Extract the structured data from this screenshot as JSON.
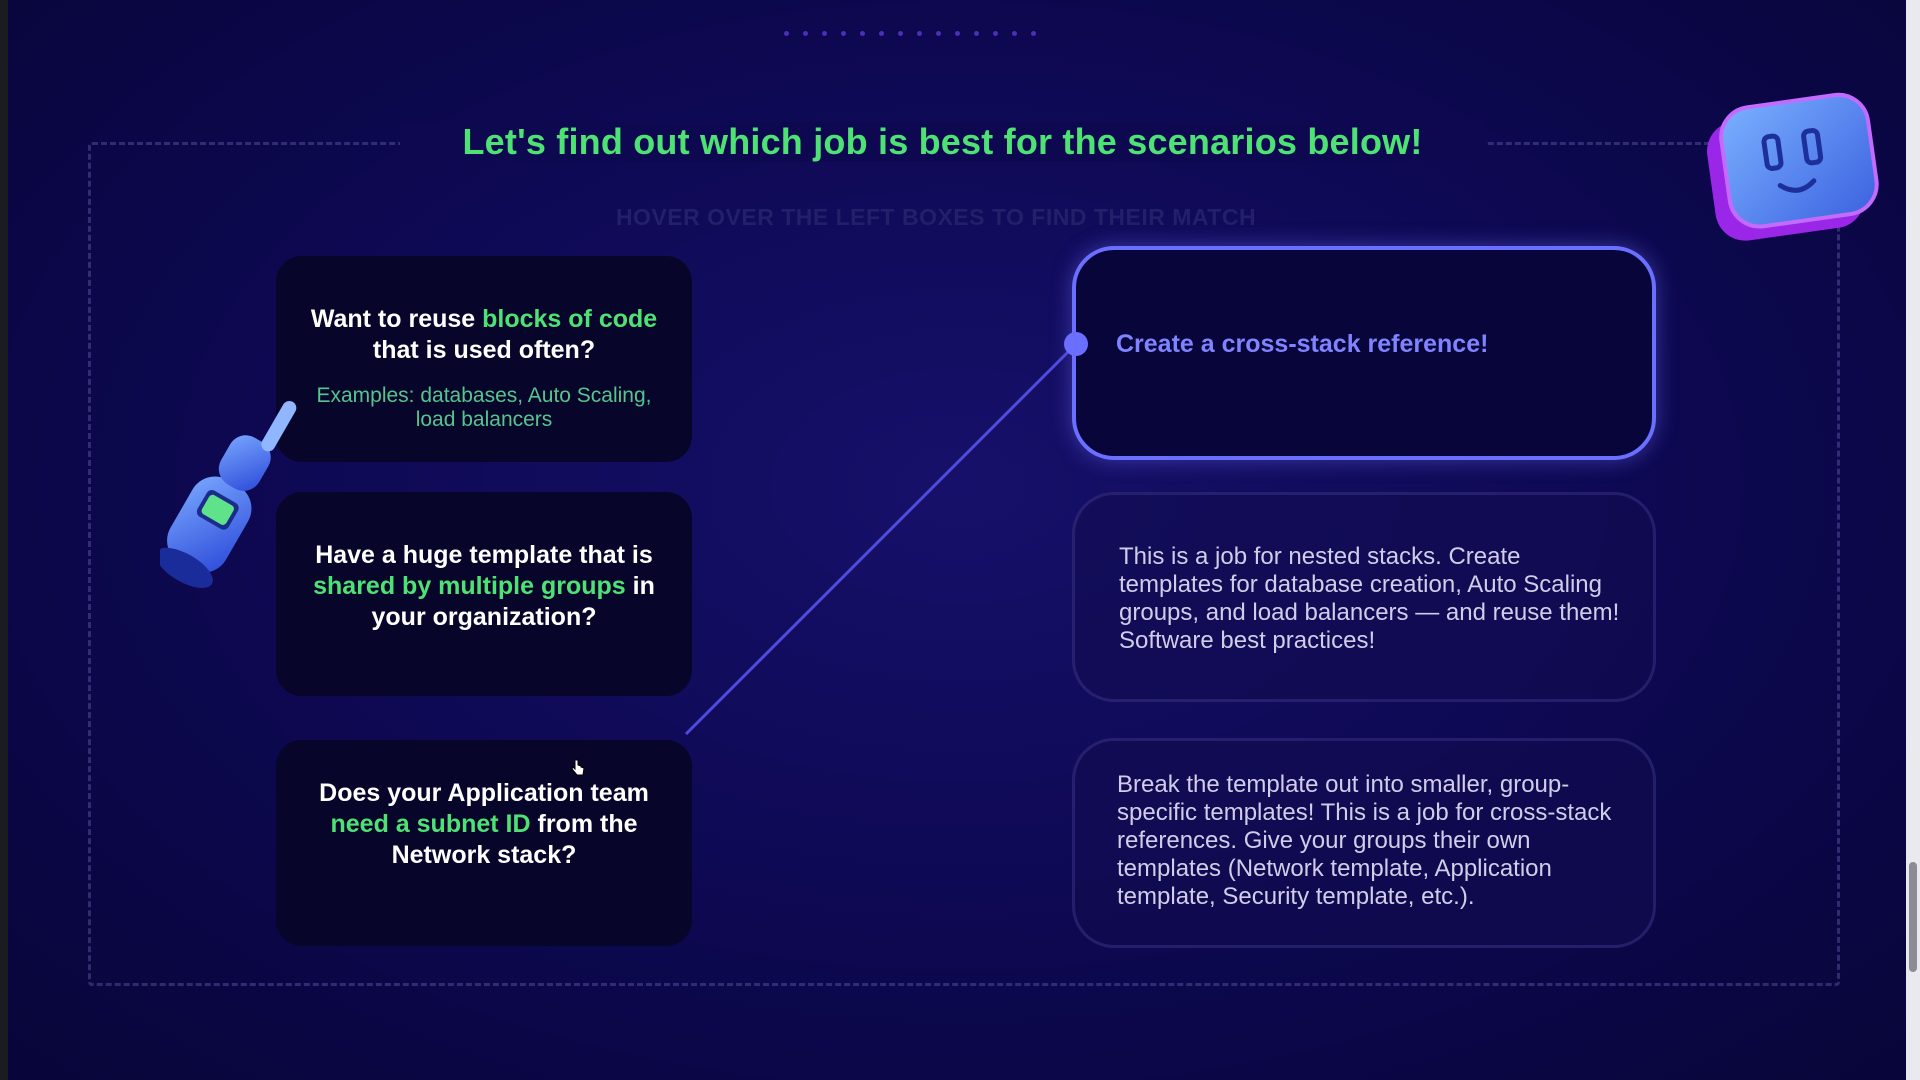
{
  "title": "Let's find out which job is best for the scenarios below!",
  "subtitle": "HOVER OVER THE LEFT BOXES TO FIND THEIR MATCH",
  "colors": {
    "accent_green": "#4ee275",
    "accent_blue": "#6b6fff",
    "background": "#0d0850",
    "card_bg": "#07052a"
  },
  "questions": [
    {
      "pre": "Want to reuse ",
      "highlight": "blocks of code",
      "post": " that is used often?",
      "examples": "Examples: databases, Auto Scaling, load balancers"
    },
    {
      "pre": "Have a huge template that is ",
      "highlight": "shared by multiple groups",
      "post": " in your organization?"
    },
    {
      "pre": "Does your Application team ",
      "highlight": "need a subnet ID",
      "post": " from the Network stack?"
    }
  ],
  "answers": [
    {
      "text": "Create a cross-stack reference!",
      "active": true
    },
    {
      "text": "This is a job for nested stacks. Create templates for database creation, Auto Scaling groups, and load balancers — and reuse them! Software best practices!"
    },
    {
      "text": "Break the template out into smaller, group-specific templates! This is a job for cross-stack references. Give your groups their own templates (Network template, Application template, Security template, etc.)."
    }
  ],
  "icons": {
    "mascot": "robot-face-icon",
    "hand": "robot-arm-pointing-icon",
    "cursor": "hand-cursor-icon"
  }
}
